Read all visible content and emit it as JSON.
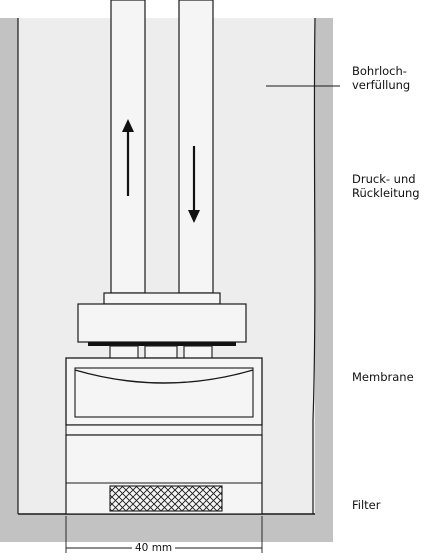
{
  "labels": {
    "backfill_line1": "Bohrloch-",
    "backfill_line2": "verfüllung",
    "lines_line1": "Druck- und",
    "lines_line2": "Rückleitung",
    "membrane": "Membrane",
    "filter": "Filter"
  },
  "dimension": {
    "width_label": "40 mm"
  },
  "colors": {
    "outer_wall": "#c2c2c2",
    "borehole_fill": "#ededed",
    "component": "#f5f5f5",
    "stroke": "#1a1a1a"
  },
  "icons": {
    "up_arrow": "arrow-up-icon",
    "down_arrow": "arrow-down-icon",
    "filter_pattern": "crosshatch-pattern"
  }
}
